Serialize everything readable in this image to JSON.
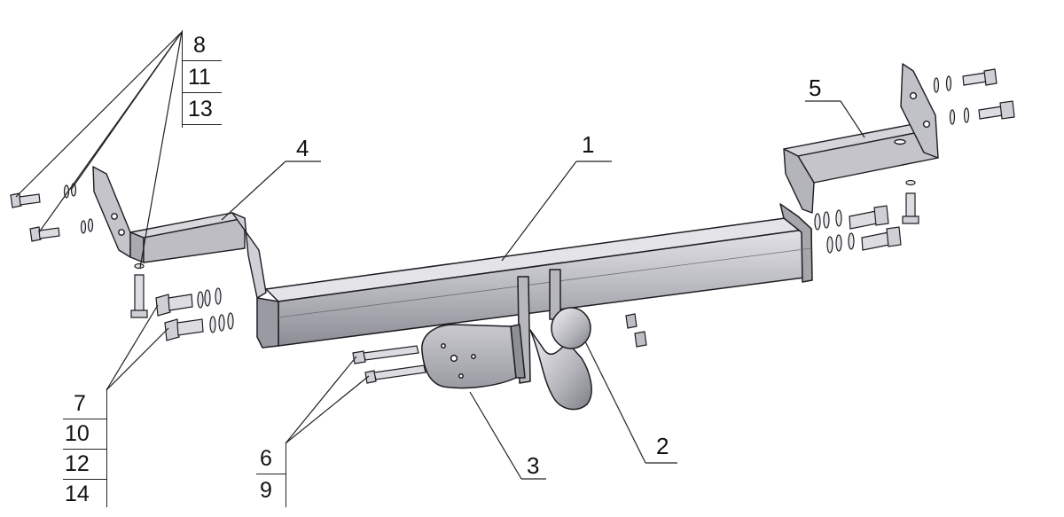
{
  "part_labels": {
    "p1": "1",
    "p2": "2",
    "p3": "3",
    "p4": "4",
    "p5": "5"
  },
  "ref_groups": {
    "top_left": [
      "8",
      "11",
      "13"
    ],
    "bottom_left": [
      "7",
      "10",
      "12",
      "14"
    ],
    "bottom_middle": [
      "6",
      "9"
    ]
  },
  "colors": {
    "metal_light": "#d9d9de",
    "metal_mid": "#b9b9c0",
    "metal_dark": "#8e8e96",
    "outline": "#1d1d22",
    "leader": "#222222"
  }
}
